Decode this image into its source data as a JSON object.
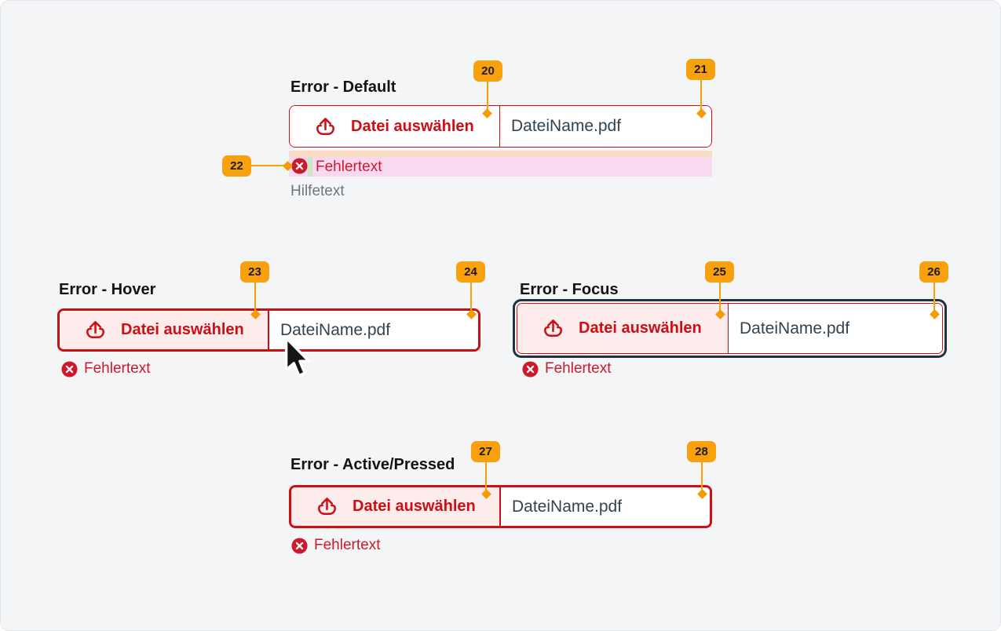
{
  "labels": {
    "button": "Datei auswählen",
    "filename": "DateiName.pdf",
    "error": "Fehlertext",
    "help": "Hilfetext"
  },
  "sections": {
    "default": {
      "title": "Error - Default"
    },
    "hover": {
      "title": "Error - Hover"
    },
    "focus": {
      "title": "Error - Focus"
    },
    "active": {
      "title": "Error - Active/Pressed"
    }
  },
  "markers": {
    "m20": "20",
    "m21": "21",
    "m22": "22",
    "m23": "23",
    "m24": "24",
    "m25": "25",
    "m26": "26",
    "m27": "27",
    "m28": "28"
  },
  "colors": {
    "page-bg": "#f4f5f7",
    "red": "#cc0f14",
    "error-red": "#cd1a2b",
    "pink-btn": "#fcecec",
    "badge-orange": "#f9a10d",
    "diamond-orange": "#f59b00",
    "focus-ring": "#233040",
    "filename": "#33424f",
    "help-gray": "#70757a",
    "hl-pink": "#f9d9ef",
    "hl-tan": "#f8dcc3",
    "hl-green": "#c9e7c4",
    "heading": "#141414"
  }
}
